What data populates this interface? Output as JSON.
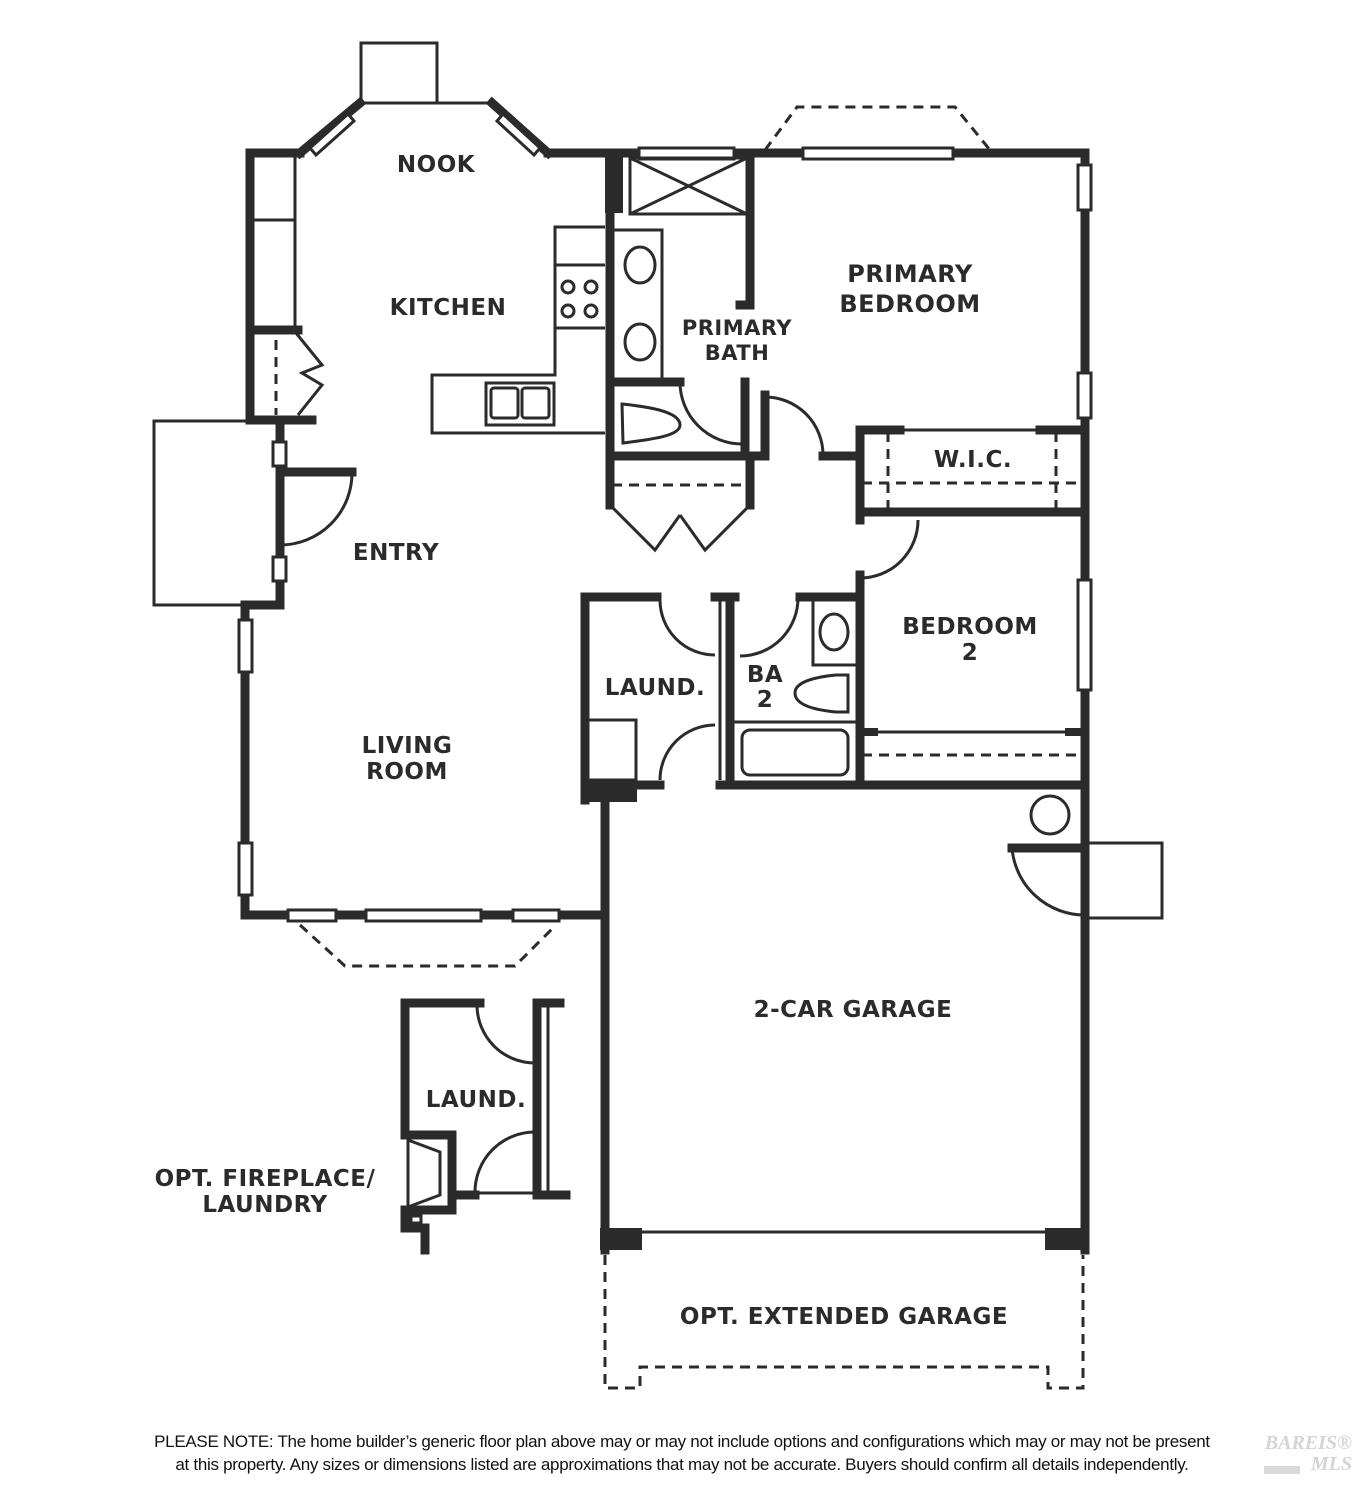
{
  "floor_plan": {
    "rooms": {
      "nook": "NOOK",
      "kitchen": "KITCHEN",
      "primary_bath_line1": "PRIMARY",
      "primary_bath_line2": "BATH",
      "primary_bedroom_line1": "PRIMARY",
      "primary_bedroom_line2": "BEDROOM",
      "wic": "W.I.C.",
      "entry": "ENTRY",
      "living_room_line1": "LIVING",
      "living_room_line2": "ROOM",
      "laundry": "LAUND.",
      "bath2_line1": "BA",
      "bath2_line2": "2",
      "bedroom2_line1": "BEDROOM",
      "bedroom2_line2": "2",
      "garage": "2-CAR GARAGE",
      "opt_laundry": "LAUND.",
      "opt_fireplace_line1": "OPT. FIREPLACE/",
      "opt_fireplace_line2": "LAUNDRY",
      "opt_extended_garage": "OPT. EXTENDED GARAGE"
    }
  },
  "disclaimer": {
    "line1": "PLEASE NOTE: The home builder’s generic floor plan above may or may not include options and configurations which may or may not be present",
    "line2": "at this property. Any sizes or dimensions listed are approximations that may not be accurate. Buyers should confirm all details independently."
  },
  "watermark": {
    "top": "BAREIS®",
    "bottom": "MLS"
  },
  "colors": {
    "wall": "#2b2b2b",
    "background": "#ffffff",
    "watermark": "#d4d4d4"
  }
}
